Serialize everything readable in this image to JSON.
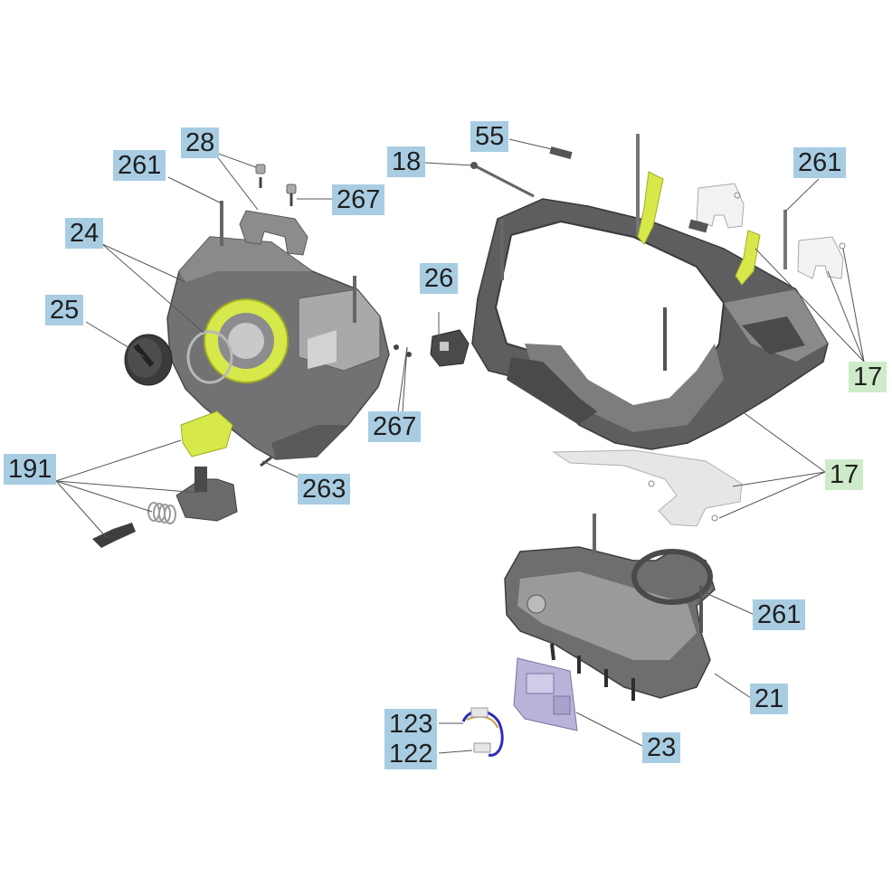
{
  "colors": {
    "callout_blue": "#a8cde3",
    "callout_green": "#cdebc9",
    "part_gray": "#6e6e70",
    "part_dark": "#3e3e40",
    "highlight_yellow": "#d7e84a",
    "plate_light": "#e6e6e8",
    "pcb_lavender": "#b8b3d8",
    "leader_line": "#555555"
  },
  "callouts": {
    "c28": "28",
    "c261_left": "261",
    "c267_top": "267",
    "c24": "24",
    "c25": "25",
    "c267_mid": "267",
    "c191": "191",
    "c263": "263",
    "c55": "55",
    "c18": "18",
    "c26": "26",
    "c261_right": "261",
    "c17_upper": "17",
    "c17_lower": "17",
    "c261_lower": "261",
    "c21": "21",
    "c23": "23",
    "c123": "123",
    "c122": "122"
  }
}
